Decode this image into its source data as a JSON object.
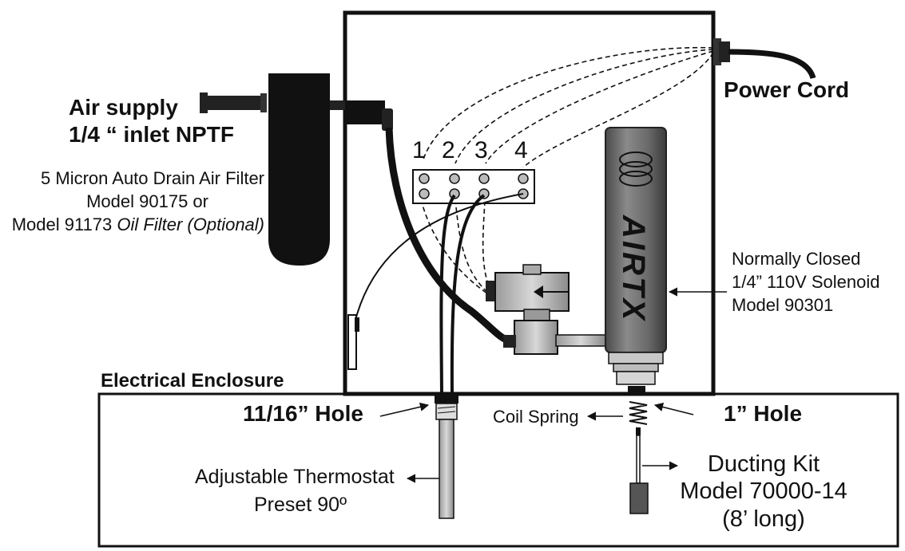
{
  "labels": {
    "air_supply": "Air supply",
    "inlet": "1/4 “ inlet NPTF",
    "filter_line1": "5 Micron Auto Drain Air Filter",
    "filter_line2": "Model 90175 or",
    "filter_line3_a": "Model 91173 ",
    "filter_line3_b": "Oil Filter (Optional)",
    "power_cord": "Power Cord",
    "terminal_1": "1",
    "terminal_2": "2",
    "terminal_3": "3",
    "terminal_4": "4",
    "solenoid_line1": "Normally Closed",
    "solenoid_line2": "1/4” 110V Solenoid",
    "solenoid_line3": "Model 90301",
    "enclosure": "Electrical Enclosure",
    "hole_small": "11/16” Hole",
    "coil_spring": "Coil Spring",
    "hole_large": "1” Hole",
    "thermostat_line1": "Adjustable Thermostat",
    "thermostat_line2": "Preset 90º",
    "ducting_line1": "Ducting Kit",
    "ducting_line2": "Model 70000-14",
    "ducting_line3": "(8’ long)",
    "logo_text": "AIRTX"
  },
  "colors": {
    "line": "#111111",
    "device_fill": "#6e6e6e",
    "device_dark": "#2a2a2a",
    "device_light": "#a8a8a8",
    "background": "#ffffff"
  },
  "icons": {
    "air_filter": "air-filter-icon",
    "solenoid": "solenoid-valve-icon",
    "airtx_unit": "airtx-cooler-icon",
    "thermostat": "thermostat-probe-icon",
    "ducting": "ducting-kit-icon"
  }
}
